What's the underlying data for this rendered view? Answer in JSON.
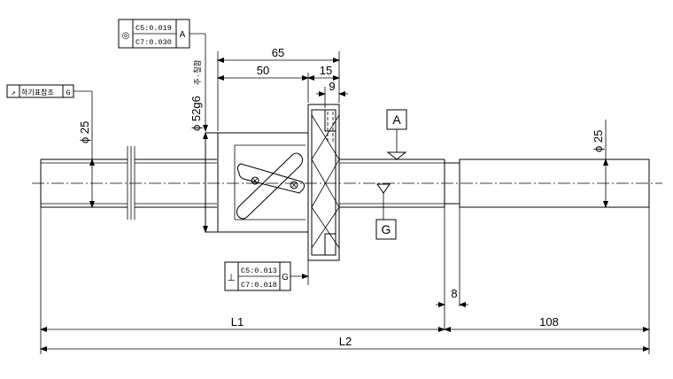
{
  "dimensions": {
    "flange_length": "65",
    "nut_length": "50",
    "flange_thickness": "15",
    "flange_step": "9",
    "shaft_dia_left": "ϕ 25",
    "shaft_dia_right": "ϕ 25",
    "nut_dia": "ϕ 52g6",
    "nut_dia_note": "주·칠함",
    "end_step": "8",
    "length_l1": "L1",
    "length_end": "108",
    "length_l2": "L2"
  },
  "datums": {
    "a": "A",
    "g": "G"
  },
  "tolerances": {
    "coaxial": {
      "symbol": "◎",
      "line1": "C5:0.019",
      "line2": "C7:0.030",
      "datum": "A"
    },
    "perpendicular": {
      "symbol": "⊥",
      "line1": "C5:0.013",
      "line2": "C7:0.018",
      "datum": "G"
    },
    "runout": {
      "symbol": "↗",
      "text": "하기표참조",
      "datum": "G"
    }
  }
}
